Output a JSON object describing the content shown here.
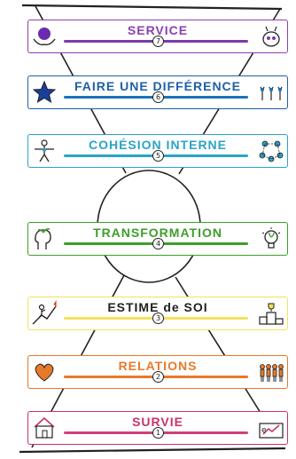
{
  "levels": [
    {
      "label": "SERVICE",
      "number": "7",
      "color": "#8d3fb1",
      "line_color": "#7b3aa8",
      "left_icon": "hands-holding-orb-icon",
      "right_icon": "creature-icon"
    },
    {
      "label": "FAIRE UNE DIFFÉRENCE",
      "number": "6",
      "color": "#1d5fa8",
      "line_color": "#1e73b8",
      "left_icon": "star-icon",
      "right_icon": "group-hands-up-icon"
    },
    {
      "label": "COHÉSION INTERNE",
      "number": "5",
      "color": "#2aa3c9",
      "line_color": "#2aa3c9",
      "left_icon": "balanced-person-icon",
      "right_icon": "connected-people-icon"
    },
    {
      "label": "TRANSFORMATION",
      "number": "4",
      "color": "#3d9e2a",
      "line_color": "#3d9e2a",
      "left_icon": "head-with-plant-icon",
      "right_icon": "lightbulb-icon"
    },
    {
      "label": "ESTIME de SOI",
      "number": "3",
      "color": "#222222",
      "line_color": "#f3e25a",
      "left_icon": "climbing-person-icon",
      "right_icon": "podium-icon"
    },
    {
      "label": "RELATIONS",
      "number": "2",
      "color": "#e8792b",
      "line_color": "#e8792b",
      "left_icon": "heart-icon",
      "right_icon": "team-icon"
    },
    {
      "label": "SURVIE",
      "number": "1",
      "color": "#c8326b",
      "line_color": "#d0407a",
      "left_icon": "house-icon",
      "right_icon": "money-icon"
    }
  ]
}
